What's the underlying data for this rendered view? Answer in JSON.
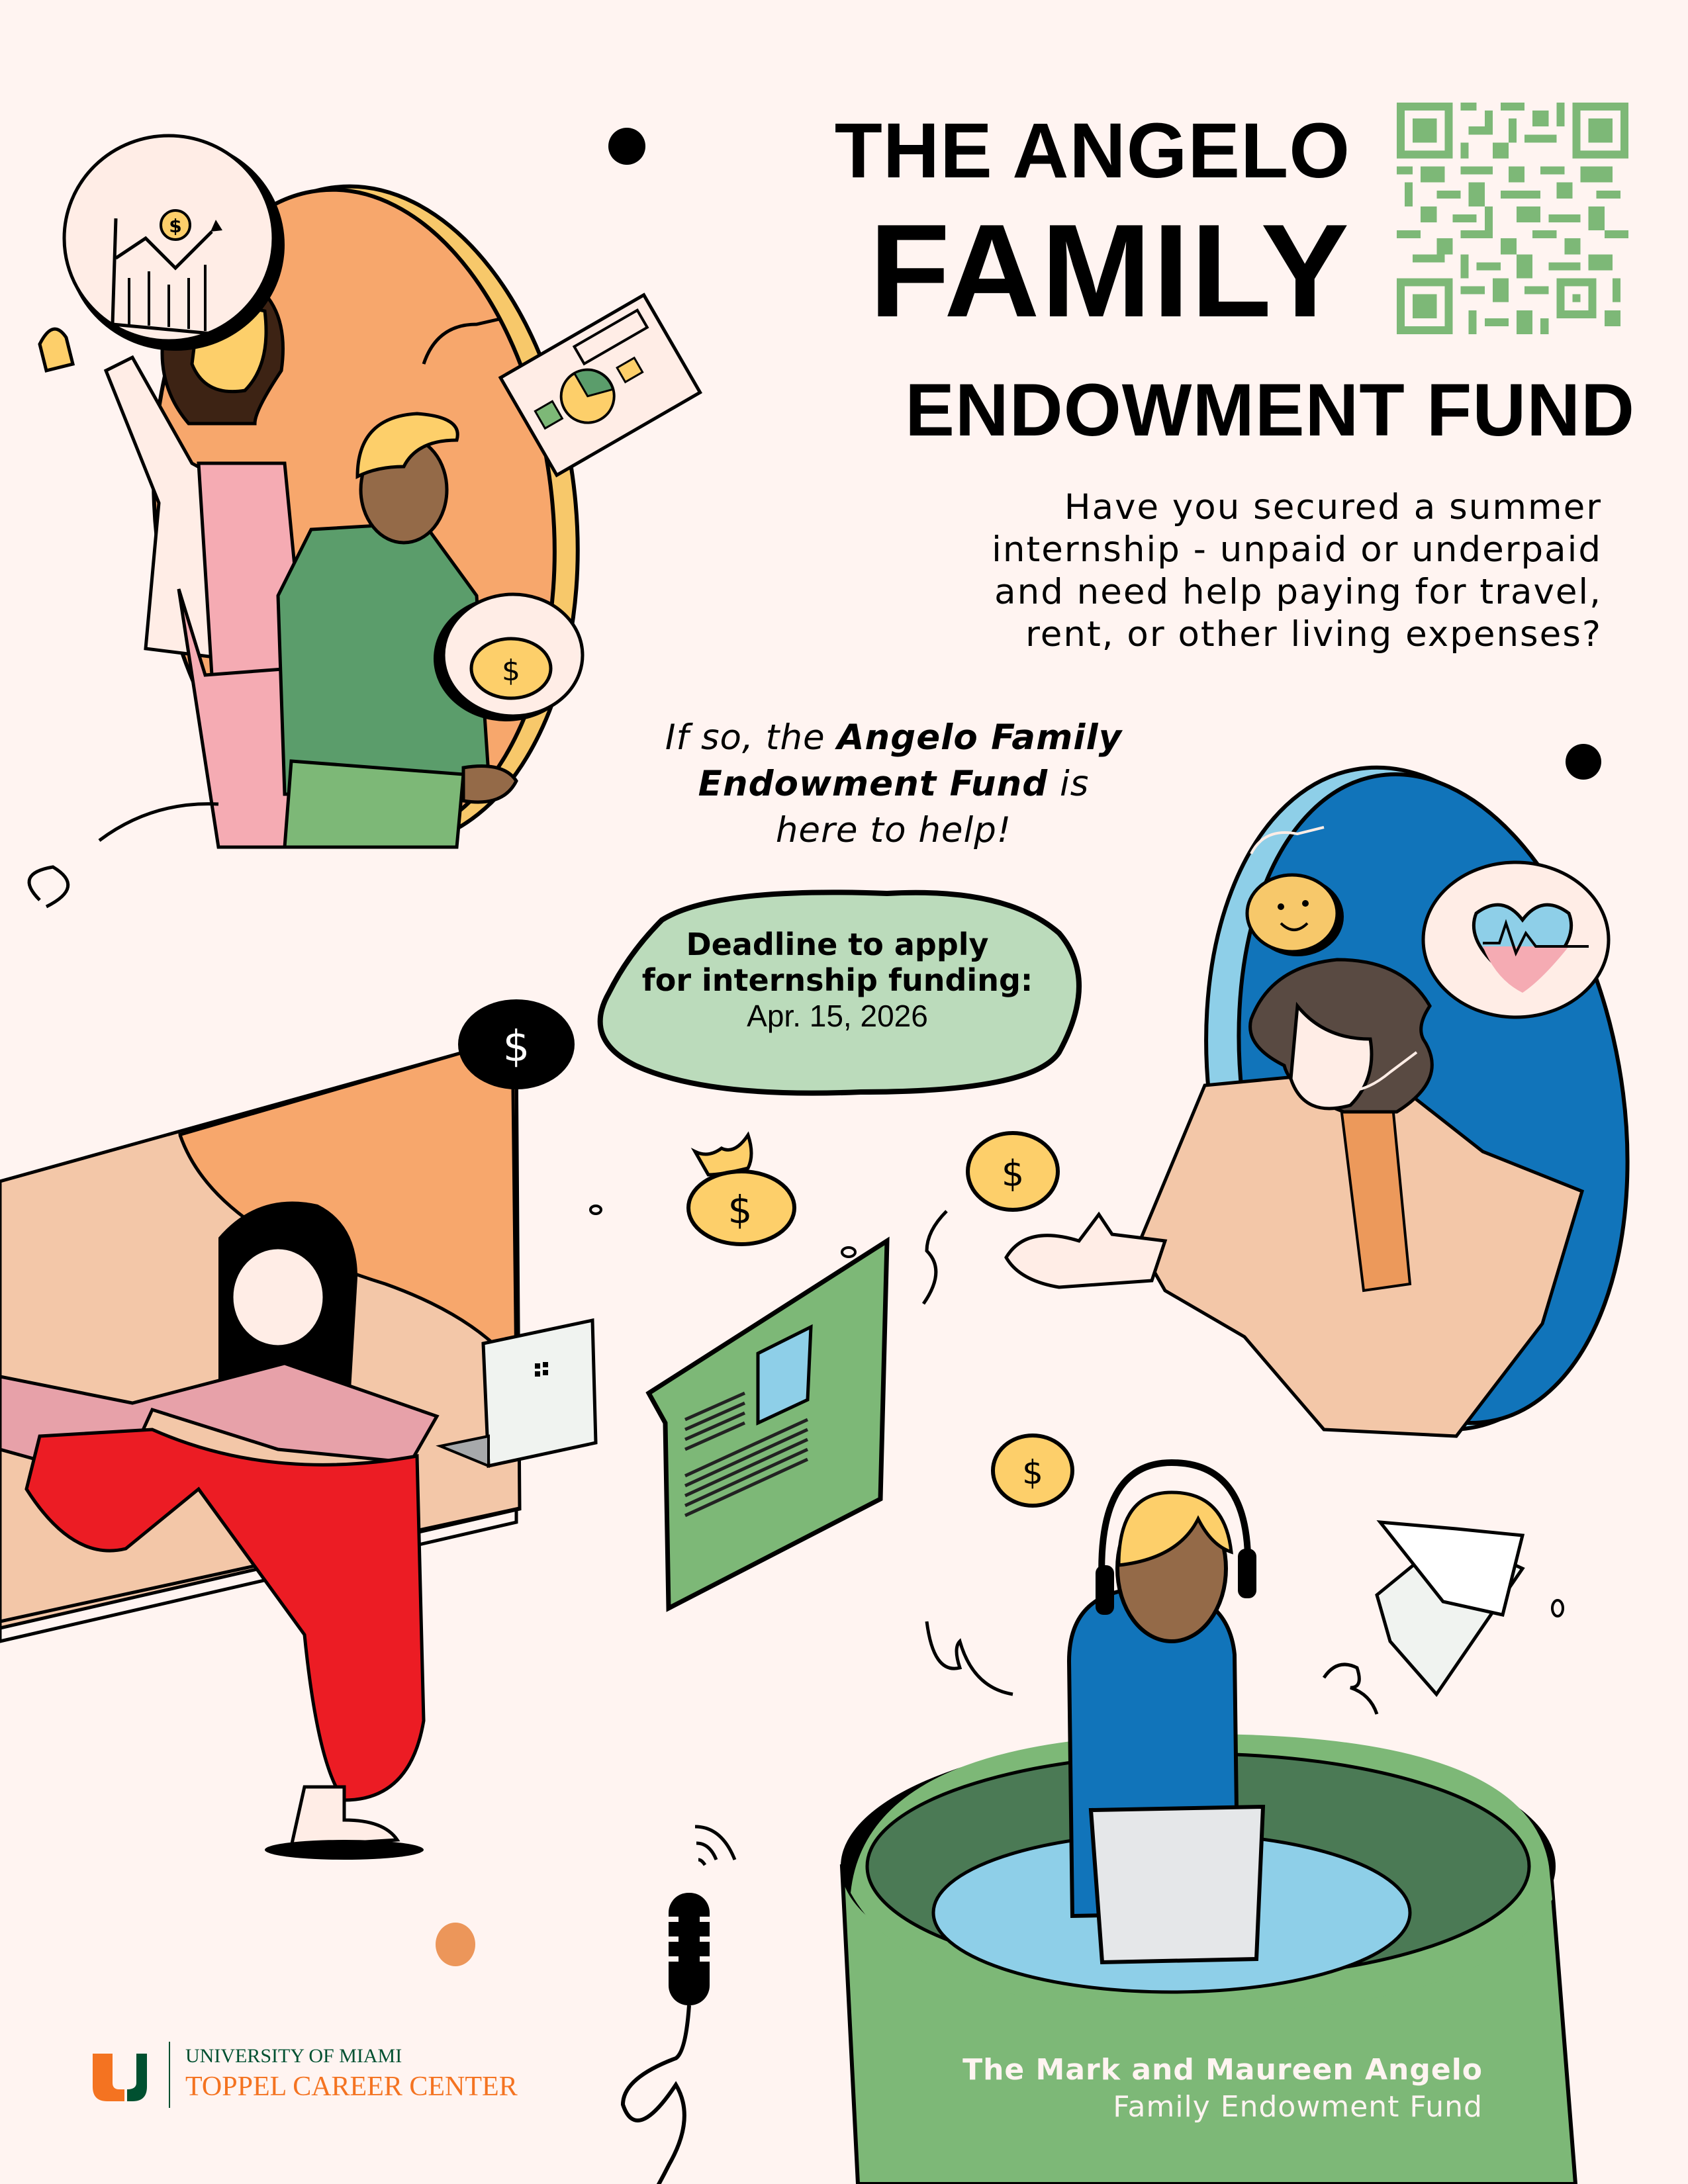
{
  "header": {
    "title_line1": "THE ANGELO",
    "title_line2": "FAMILY",
    "title_line3": "ENDOWMENT FUND",
    "qr_code": "qr-code-icon"
  },
  "intro": {
    "question_lines": [
      "Have you secured a summer",
      "internship - unpaid or underpaid",
      "and need help paying for travel,",
      "rent, or other living expenses?"
    ],
    "answer_prefix": "If so, the ",
    "answer_bold_1": "Angelo Family",
    "answer_bold_2": "Endowment Fund",
    "answer_suffix_1": " is",
    "answer_suffix_2": "here to help!"
  },
  "deadline": {
    "line1": "Deadline to apply",
    "line2": "for internship funding:",
    "date": "Apr. 15, 2026"
  },
  "logo": {
    "university": "UNIVERSITY OF MIAMI",
    "center": "TOPPEL CAREER CENTER"
  },
  "footer": {
    "line1": "The Mark and Maureen Angelo",
    "line2": "Family Endowment Fund"
  },
  "colors": {
    "background": "#FFF4F1",
    "orange": "#F7A76C",
    "peach": "#F3C7A8",
    "green": "#7DB877",
    "dark_green": "#4B7A55",
    "mint": "#BBDBBB",
    "blue": "#1174BA",
    "light_blue": "#8ECFE8",
    "yellow": "#FDCF6A",
    "red": "#EC1C24",
    "um_orange": "#F47321",
    "um_green": "#005030"
  },
  "icons": [
    "chart-icon",
    "money-bag-icon",
    "coin-icon",
    "smiley-icon",
    "heart-rate-icon",
    "laptop-icon",
    "document-icon",
    "microphone-icon",
    "headphones-icon",
    "dollar-pin-icon"
  ]
}
